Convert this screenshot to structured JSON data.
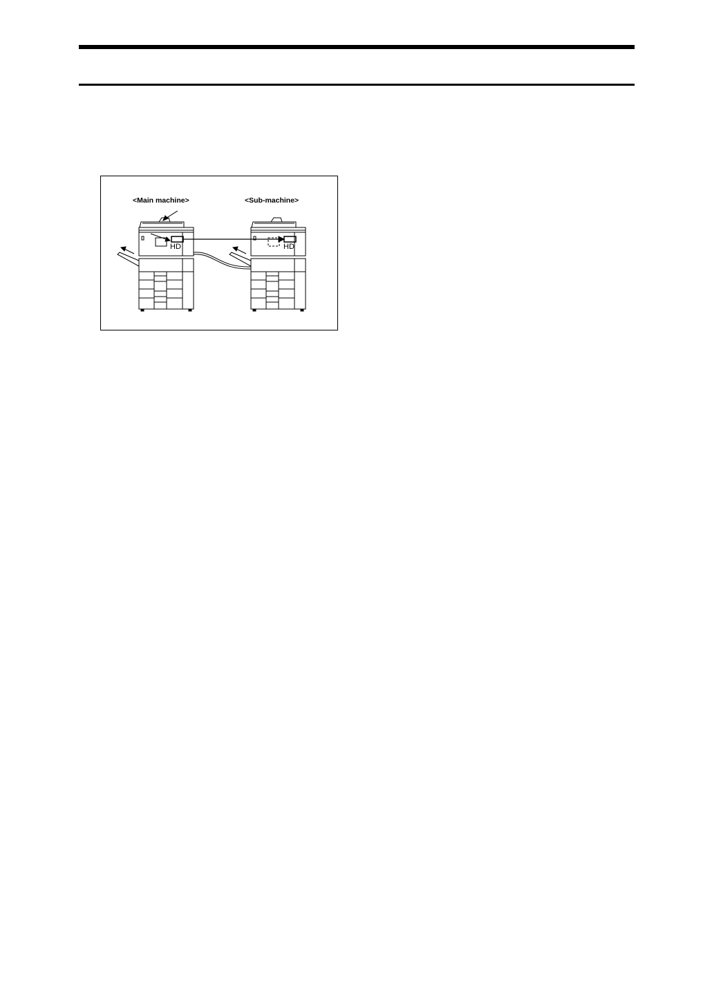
{
  "figure": {
    "main_label": "<Main machine>",
    "sub_label": "<Sub-machine>",
    "main_hd_label": "HD",
    "sub_hd_label": "HD"
  }
}
